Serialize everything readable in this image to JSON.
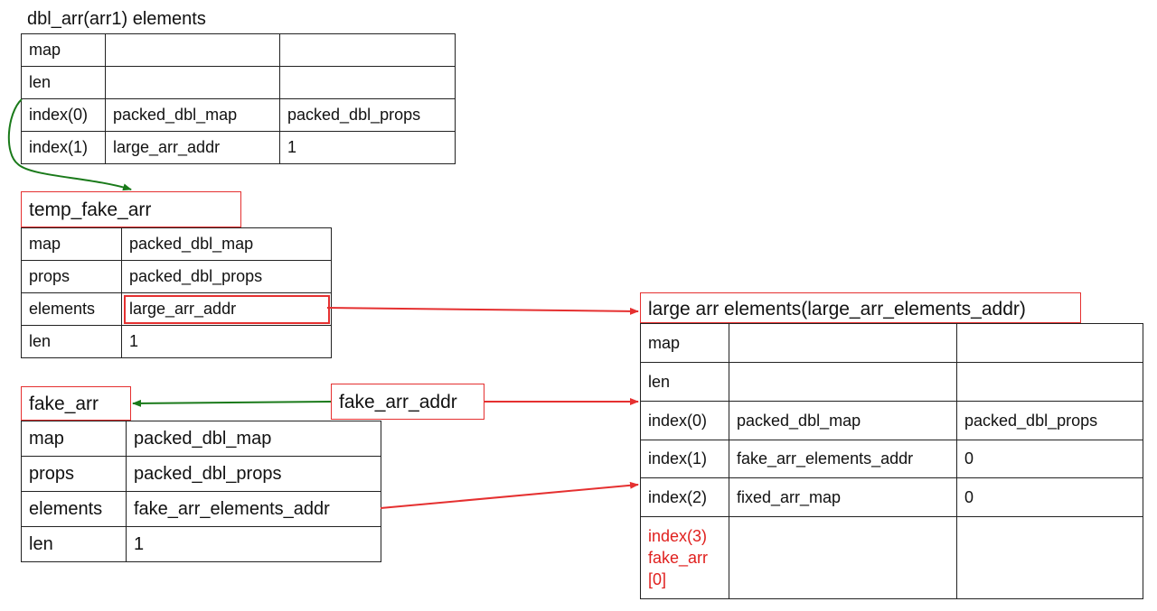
{
  "colors": {
    "accent_red": "#e53030",
    "accent_green": "#1a7a1a",
    "border": "#222222"
  },
  "diagram": {
    "arr1_title": "dbl_arr(arr1) elements",
    "arr1_rows": [
      [
        "map",
        "",
        ""
      ],
      [
        "len",
        "",
        ""
      ],
      [
        "index(0)",
        "packed_dbl_map",
        "packed_dbl_props"
      ],
      [
        "index(1)",
        "large_arr_addr",
        "1"
      ]
    ],
    "temp_fake_arr_title": "temp_fake_arr",
    "temp_fake_arr_rows": [
      [
        "map",
        "packed_dbl_map"
      ],
      [
        "props",
        "packed_dbl_props"
      ],
      [
        "elements",
        "large_arr_addr"
      ],
      [
        "len",
        "1"
      ]
    ],
    "fake_arr_title": "fake_arr",
    "fake_arr_addr_label": "fake_arr_addr",
    "fake_arr_rows": [
      [
        "map",
        "packed_dbl_map"
      ],
      [
        "props",
        "packed_dbl_props"
      ],
      [
        "elements",
        "fake_arr_elements_addr"
      ],
      [
        "len",
        "1"
      ]
    ],
    "large_arr_title": "large arr elements(large_arr_elements_addr)",
    "large_arr_rows": [
      [
        "map",
        "",
        ""
      ],
      [
        "len",
        "",
        ""
      ],
      [
        "index(0)",
        "packed_dbl_map",
        "packed_dbl_props"
      ],
      [
        "index(1)",
        "fake_arr_elements_addr",
        "0"
      ],
      [
        "index(2)",
        "fixed_arr_map",
        "0"
      ]
    ],
    "large_arr_last_row_label": [
      "index(3)",
      "fake_arr",
      "[0]"
    ]
  }
}
